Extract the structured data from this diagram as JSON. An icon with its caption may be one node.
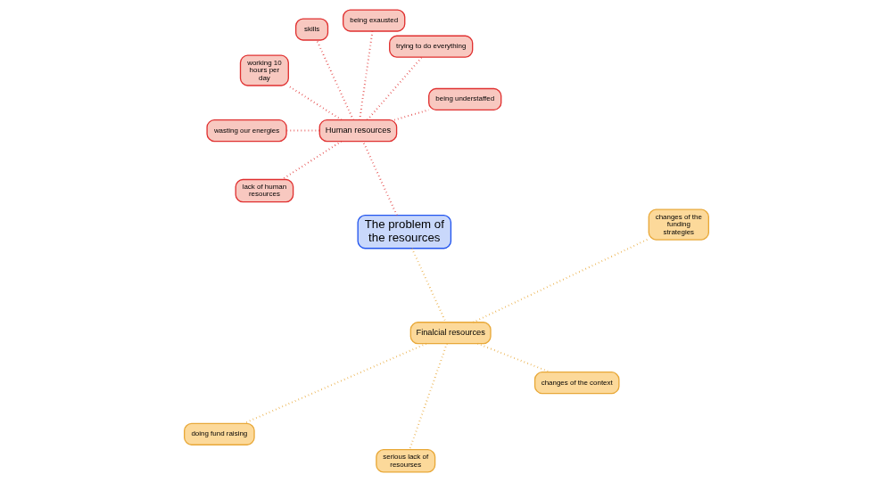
{
  "diagram": {
    "nodes": [
      {
        "text": [
          "The problem of the resources"
        ]
      },
      {
        "text": [
          "Human resources"
        ]
      },
      {
        "text": [
          "being understaffed"
        ]
      },
      {
        "text": [
          "trying to do everything"
        ]
      },
      {
        "text": [
          "being exausted"
        ]
      },
      {
        "text": [
          "skills"
        ]
      },
      {
        "text": [
          "working 10 hours per day"
        ]
      },
      {
        "text": [
          "wasting our energies"
        ]
      },
      {
        "text": [
          "lack of human resources"
        ]
      },
      {
        "text": [
          "Finalcial resources"
        ]
      },
      {
        "text": [
          "doing fund raising"
        ]
      },
      {
        "text": [
          "serious lack of resourses"
        ]
      },
      {
        "text": [
          "changes of the context"
        ]
      },
      {
        "text": [
          "changes of the funding strategies"
        ]
      }
    ],
    "edges": [
      {
        "from": 0,
        "to": 1,
        "arrow": "none"
      },
      {
        "from": 1,
        "to": 2,
        "arrow": "none"
      },
      {
        "from": 1,
        "to": 3,
        "arrow": "none"
      },
      {
        "from": 1,
        "to": 4,
        "arrow": "none"
      },
      {
        "from": 1,
        "to": 5,
        "arrow": "none"
      },
      {
        "from": 1,
        "to": 6,
        "arrow": "none"
      },
      {
        "from": 1,
        "to": 7,
        "arrow": "none"
      },
      {
        "from": 1,
        "to": 8,
        "arrow": "none"
      },
      {
        "from": 0,
        "to": 9,
        "arrow": "none",
        "color": "#e8a838"
      },
      {
        "from": 9,
        "to": 10,
        "arrow": "none",
        "color": "#e8a838"
      },
      {
        "from": 9,
        "to": 11,
        "arrow": "none",
        "color": "#e8a838"
      },
      {
        "from": 9,
        "to": 12,
        "arrow": "none",
        "color": "#e8a838"
      },
      {
        "from": 9,
        "to": 13,
        "arrow": "none",
        "color": "#e8a838"
      }
    ]
  }
}
